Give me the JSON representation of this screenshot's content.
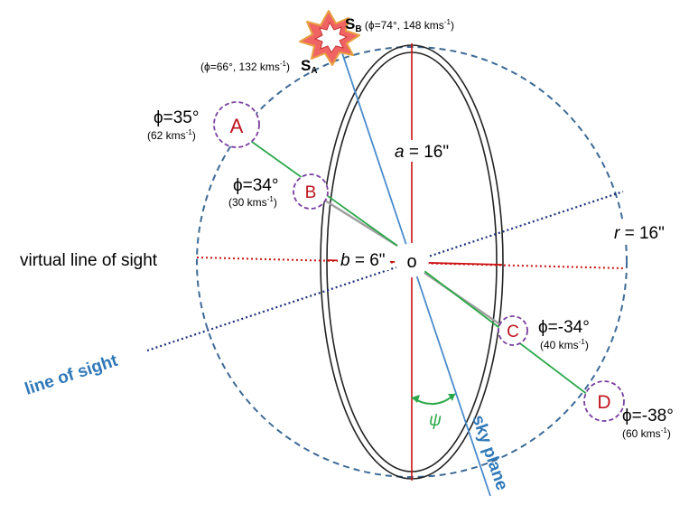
{
  "colors": {
    "circle": "#3d6b96",
    "ellipse": "#222222",
    "axis_red": "#cc1111",
    "sight_line": "#1a2f7a",
    "virtual_line": "#cc1111",
    "sky_plane": "#4b8ccc",
    "green_line": "#2aa84a",
    "gray_line": "#a0a0a0",
    "marker_ring": "#7a3fa0",
    "marker_letter": "#c0141e",
    "star_fill": "#f06464",
    "line_of_sight_text": "#2f78b8",
    "psi": "#2aa84a"
  },
  "labels": {
    "a_axis": {
      "var": "a",
      "rest": " = 16\""
    },
    "b_axis": {
      "var": "b",
      "rest": " = 6\""
    },
    "radius": {
      "var": "r",
      "rest": " = 16\""
    },
    "origin": "o",
    "virtual_los": "virtual line of sight",
    "los": "line of sight",
    "sky_plane": "sky plane",
    "psi": "ψ"
  },
  "points": [
    {
      "id": "A",
      "phi": "ϕ=35°",
      "vel": "(62 kms",
      "sup": "-1",
      "tail": ")"
    },
    {
      "id": "B",
      "phi": "ϕ=34°",
      "vel": "(30 kms",
      "sup": "-1",
      "tail": ")"
    },
    {
      "id": "C",
      "phi": "ϕ=-34°",
      "vel": "(40 kms",
      "sup": "-1",
      "tail": ")"
    },
    {
      "id": "D",
      "phi": "ϕ=-38°",
      "vel": "(60 kms",
      "sup": "-1",
      "tail": ")"
    }
  ],
  "sources": {
    "SB": {
      "main": "S",
      "sub": "B",
      "info": " (ϕ=74°, 148 kms",
      "sup": "-1",
      "tail": ")"
    },
    "SA": {
      "main": "S",
      "sub": "A",
      "info": "(ϕ=66°, 132 kms",
      "sup": "-1",
      "tail": ")"
    }
  }
}
